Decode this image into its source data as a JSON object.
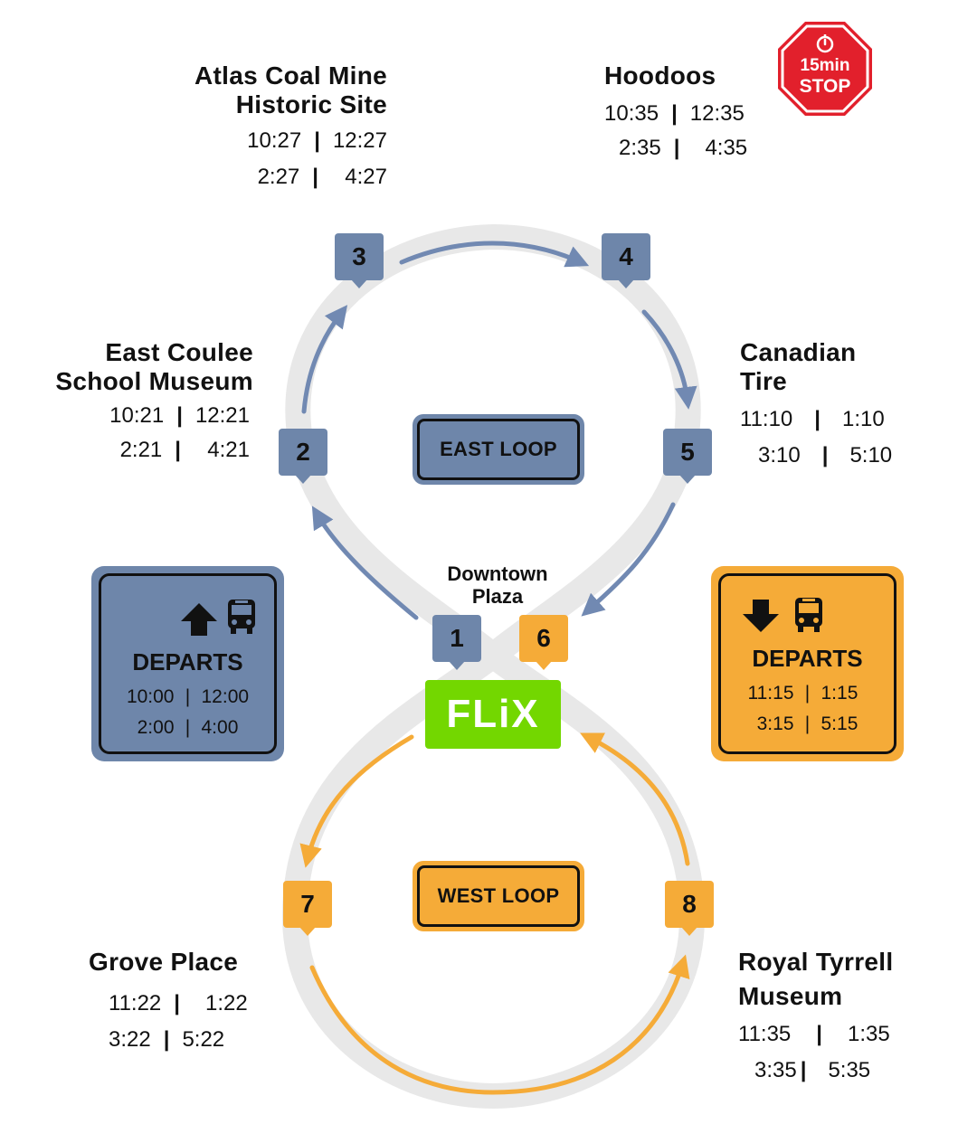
{
  "colors": {
    "east": "#6e86aa",
    "east_arrow": "#7189b2",
    "west": "#f5ab38",
    "track": "#e8e8e8",
    "flix": "#73d700",
    "stop_red": "#e2202c"
  },
  "hub": {
    "name": "Downtown Plaza",
    "logo_text": "FLiX",
    "east_stop_number": "1",
    "west_stop_number": "6"
  },
  "stops": [
    {
      "number": "2",
      "loop": "east",
      "name_lines": [
        "East Coulee",
        "School Museum"
      ],
      "times": [
        [
          "10:21",
          "12:21"
        ],
        [
          "2:21",
          "4:21"
        ]
      ]
    },
    {
      "number": "3",
      "loop": "east",
      "name_lines": [
        "Atlas Coal Mine",
        "Historic Site"
      ],
      "times": [
        [
          "10:27",
          "12:27"
        ],
        [
          "2:27",
          "4:27"
        ]
      ]
    },
    {
      "number": "4",
      "loop": "east",
      "name_lines": [
        "Hoodoos"
      ],
      "times": [
        [
          "10:35",
          "12:35"
        ],
        [
          "2:35",
          "4:35"
        ]
      ]
    },
    {
      "number": "5",
      "loop": "east",
      "name_lines": [
        "Canadian",
        "Tire"
      ],
      "times": [
        [
          "11:10",
          "1:10"
        ],
        [
          "3:10",
          "5:10"
        ]
      ]
    },
    {
      "number": "7",
      "loop": "west",
      "name_lines": [
        "Grove Place"
      ],
      "times": [
        [
          "11:22",
          "1:22"
        ],
        [
          "3:22",
          "5:22"
        ]
      ]
    },
    {
      "number": "8",
      "loop": "west",
      "name_lines": [
        "Royal Tyrrell",
        "Museum"
      ],
      "times": [
        [
          "11:35",
          "1:35"
        ],
        [
          "3:35",
          "5:35"
        ]
      ]
    }
  ],
  "loops": {
    "east_label": "EAST LOOP",
    "west_label": "WEST LOOP"
  },
  "departs": {
    "east": {
      "title": "DEPARTS",
      "direction_icon": "arrow-up-icon",
      "vehicle_icon": "bus-icon",
      "times": [
        [
          "10:00",
          "12:00"
        ],
        [
          "2:00",
          "4:00"
        ]
      ]
    },
    "west": {
      "title": "DEPARTS",
      "direction_icon": "arrow-down-icon",
      "vehicle_icon": "bus-icon",
      "times": [
        [
          "11:15",
          "1:15"
        ],
        [
          "3:15",
          "5:15"
        ]
      ]
    }
  },
  "stop_sign": {
    "line1": "15min",
    "line2": "STOP",
    "icon": "timer-icon"
  }
}
